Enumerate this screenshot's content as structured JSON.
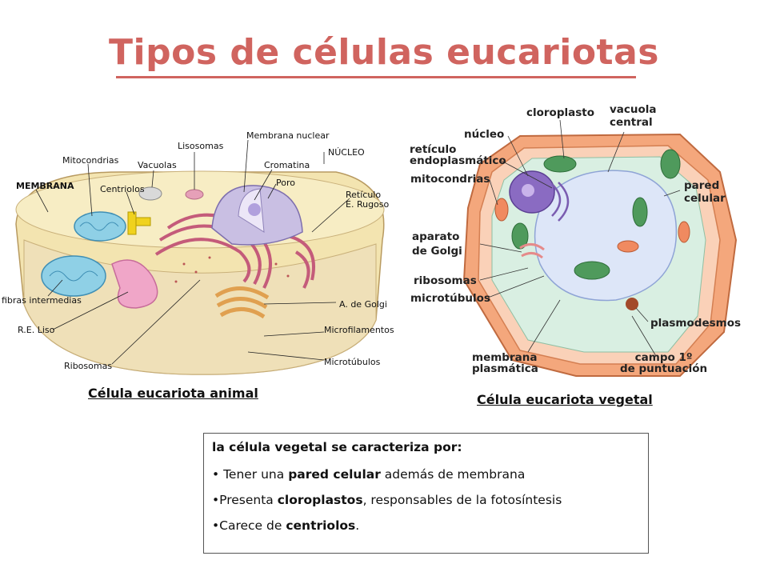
{
  "title": "Tipos de células eucariotas",
  "animal": {
    "caption": "Célula eucariota animal",
    "labels": {
      "membrana": "MEMBRANA",
      "mitocondrias": "Mitocondrias",
      "centriolos": "Centriolos",
      "vacuolas": "Vacuolas",
      "lisosomas": "Lisosomas",
      "membrana_nuclear": "Membrana nuclear",
      "nucleo": "NÚCLEO",
      "cromatina": "Cromatina",
      "poro": "Poro",
      "reticulo_rugoso": "Retículo\nE. Rugoso",
      "fibras": "fibras intermedias",
      "re_liso": "R.E. Liso",
      "ribosomas": "Ribosomas",
      "golgi": "A. de Golgi",
      "microfilamentos": "Microfilamentos",
      "microtubulos": "Microtúbulos"
    }
  },
  "vegetal": {
    "caption": "Célula eucariota vegetal",
    "labels": {
      "cloroplasto": "cloroplasto",
      "vacuola": "vacuola\ncentral",
      "nucleo": "núcleo",
      "reticulo": "retículo\nendoplasmático",
      "mitocondrias": "mitocondrias",
      "pared": "pared\ncelular",
      "aparato": "aparato\nde Golgi",
      "ribosomas": "ribosomas",
      "microtubulos": "microtúbulos",
      "plasmodesmos": "plasmodesmos",
      "membrana": "membrana\nplasmática",
      "campo": "campo 1º\nde puntuación"
    }
  },
  "info": {
    "heading": "la célula vegetal se caracteriza por:",
    "line1_a": "• Tener una ",
    "line1_b": "pared celular",
    "line1_c": " además de membrana",
    "line2_a": "•Presenta ",
    "line2_b": "cloroplastos",
    "line2_c": ", responsables de la fotosíntesis",
    "line3_a": "•Carece de ",
    "line3_b": "centriolos",
    "line3_c": "."
  }
}
